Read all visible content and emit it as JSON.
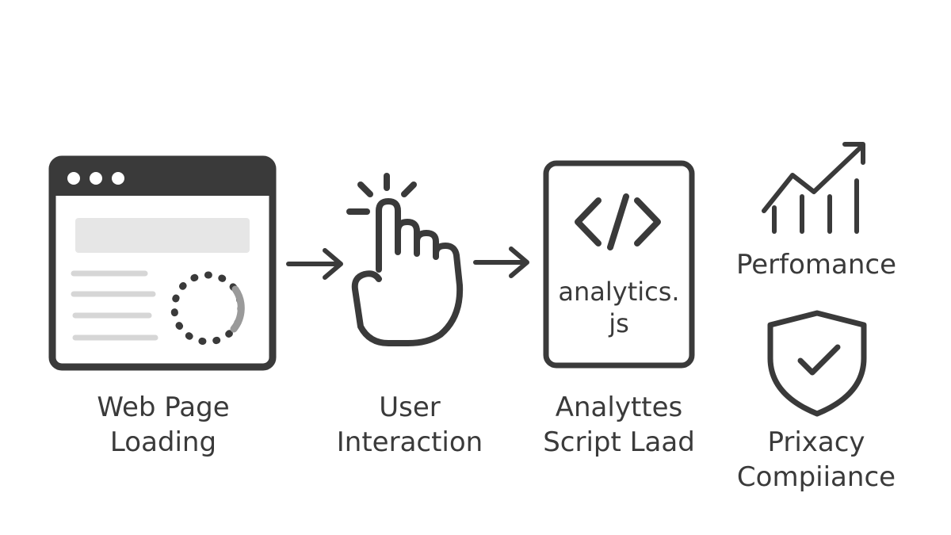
{
  "steps": [
    {
      "icon": "browser-window-icon",
      "label_line1": "Web Page",
      "label_line2": "Loading"
    },
    {
      "icon": "hand-pointer-click-icon",
      "label_line1": "User",
      "label_line2": "Interaction"
    },
    {
      "icon": "code-document-icon",
      "doc_text_line1": "analytics.",
      "doc_text_line2": "js",
      "label_line1": "Analyttes",
      "label_line2": "Script Laad"
    }
  ],
  "outcomes": [
    {
      "icon": "growth-chart-icon",
      "label": "Perfomance"
    },
    {
      "icon": "shield-check-icon",
      "label_line1": "Prixacy",
      "label_line2": "Compiiance"
    }
  ],
  "colors": {
    "stroke": "#3a3a3a",
    "light_bar": "#e6e6e6",
    "light_line": "#d6d6d6",
    "spinner_accent": "#9a9a9a"
  }
}
